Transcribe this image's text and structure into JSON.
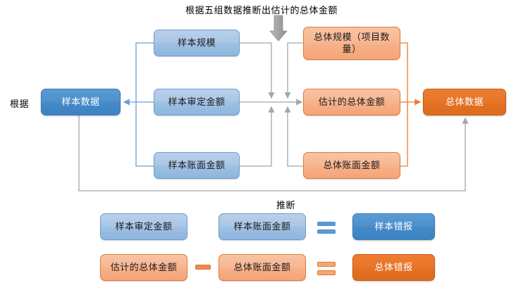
{
  "diagram": {
    "title_annotation": "根据五组数据推断出估计的总体金额",
    "bottom_annotation": "推断",
    "left_label": "根据",
    "colors": {
      "blue_light": "#a8c6e4",
      "blue_solid": "#5b9bd5",
      "orange_light": "#f6b088",
      "orange_solid": "#ed7d31",
      "gray_connector": "#a6a6a6"
    },
    "nodes": {
      "sample_data": "样本数据",
      "sample_size": "样本规模",
      "sample_audited_amount": "样本审定金额",
      "sample_book_amount": "样本账面金额",
      "population_size": "总体规模（项目数量）",
      "estimated_population_amount": "估计的总体金额",
      "population_book_amount": "总体账面金额",
      "population_data": "总体数据"
    },
    "equations": [
      {
        "id": "sample-misstatement",
        "left": "样本审定金额",
        "operator": "",
        "right": "样本账面金额",
        "equals": "=",
        "result": "样本错报",
        "style": "blue"
      },
      {
        "id": "population-misstatement",
        "left": "估计的总体金额",
        "operator": "−",
        "right": "总体账面金额",
        "equals": "=",
        "result": "总体错报",
        "style": "orange"
      }
    ]
  }
}
